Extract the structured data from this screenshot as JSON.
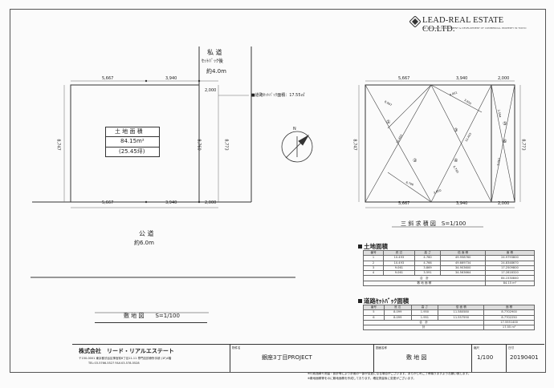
{
  "logo": {
    "name": "LEAD-REAL ESTATE CO.LTD.",
    "tagline": "WE ARE ASSET MANAGEMENT & DEVELOPMENT OF COMMERCIAL PROPERTY IN TOKYO"
  },
  "private_road": {
    "title": "私 道",
    "setback": "ｾｯﾄﾊﾞｯｸ後",
    "width": "約4.0m"
  },
  "setback_area_note": "■道路ｾｯﾄﾊﾞｯｸ面積：17.55㎡",
  "site": {
    "dims_top": [
      "5,667",
      "3,940",
      "2,000"
    ],
    "dims_bottom": [
      "5,667",
      "3,940",
      "2,000"
    ],
    "dim_left": "8,747",
    "dim_inner": "8,760",
    "dim_right": "8,773",
    "area_title": "土 地 面 積",
    "area_sqm": "84.15m²",
    "area_tsubo": "(25.45坪)"
  },
  "compass": "N",
  "public_road": {
    "title": "公 道",
    "width": "約6.0m"
  },
  "site_plan_title": "敷 地 図　　S=1/100",
  "tri": {
    "dims_top": [
      "5,667",
      "3,940",
      "2,000"
    ],
    "dims_bottom": [
      "5,667",
      "3,940",
      "2,000"
    ],
    "dim_left": "8,747",
    "dim_right": "8,773",
    "diag_labels": [
      "8,967",
      "10,493",
      "6,766",
      "9,061",
      "3,950",
      "10,493",
      "6,760",
      "3,950",
      "2,594",
      "9,061"
    ],
    "markers": [
      "①",
      "②",
      "③",
      "④",
      "⑤",
      "⑥"
    ],
    "title": "三 斜 求 積 図　S=1/100"
  },
  "land_area_table": {
    "title": "土地面積",
    "header": [
      "番号",
      "底 辺",
      "高 さ",
      "倍 面 積",
      "面 積"
    ],
    "rows": [
      [
        "1",
        "10.493",
        "4.760",
        "49.958760",
        "24.9793800"
      ],
      [
        "2",
        "10.493",
        "4.766",
        "49.669734",
        "24.8348670"
      ],
      [
        "3",
        "9.061",
        "3.869",
        "34.903600",
        "17.2509800"
      ],
      [
        "4",
        "9.061",
        "3.591",
        "34.563664",
        "17.2818320"
      ]
    ],
    "sum_label": "合　計",
    "sum_value": "84.1530840",
    "total_label": "敷 地 面 積",
    "total_value": "84.15 m²"
  },
  "setback_table": {
    "title": "道路ｾｯﾄﾊﾞｯｸ面積",
    "header": [
      "番号",
      "底 辺",
      "高 さ",
      "倍 面 積",
      "面 積"
    ],
    "rows": [
      [
        "5",
        "8.099",
        "1.950",
        "11.580580",
        "8.7702900"
      ],
      [
        "6",
        "8.099",
        "1.951",
        "11.557590",
        "8.7702250"
      ]
    ],
    "sum_label": "合　計",
    "sum_value": "17.5551400",
    "total_label": "計",
    "total_value": "17.55 m²"
  },
  "title_block": {
    "company": "株式会社　リード・リアルエステート",
    "address": "〒150-0001 東京都渋谷区神宮前6丁目11-11 専門店診療所手続 (1F)4階",
    "tel": "TEL:03-5766-5527  FAX:03-578-5528",
    "project_label": "物件名",
    "project": "銀座3丁目PROJECT",
    "drawing_label": "図面名称",
    "drawing": "敷 地 図",
    "scale_label": "縮尺",
    "scale": "1/100",
    "date_label": "日付",
    "date": "20190401"
  },
  "footer_notes": [
    "※行政指導や測量・設計等により計画の一部が変更になる場合がございます。あらかじめご了承賜りますようお願い致します。",
    "※敷地面積等をのに敷地面積を作成しております。確定測量後に変更がございます。"
  ]
}
